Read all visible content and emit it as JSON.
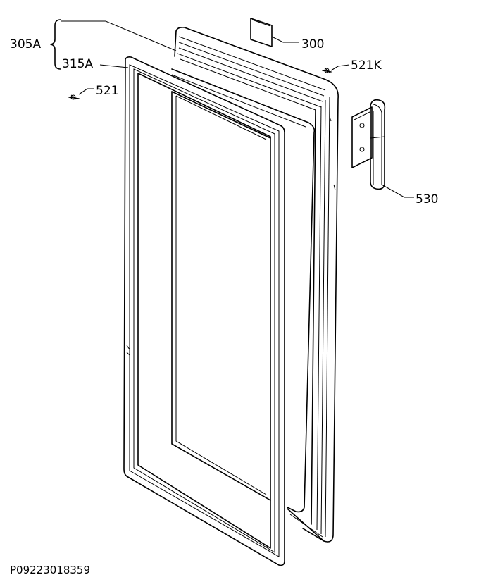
{
  "labels": {
    "label_305a": "305A",
    "label_315a": "315A",
    "label_300": "300",
    "label_521k": "521K",
    "label_521": "521",
    "label_530": "530"
  },
  "footer": {
    "code": "P09223018359"
  }
}
